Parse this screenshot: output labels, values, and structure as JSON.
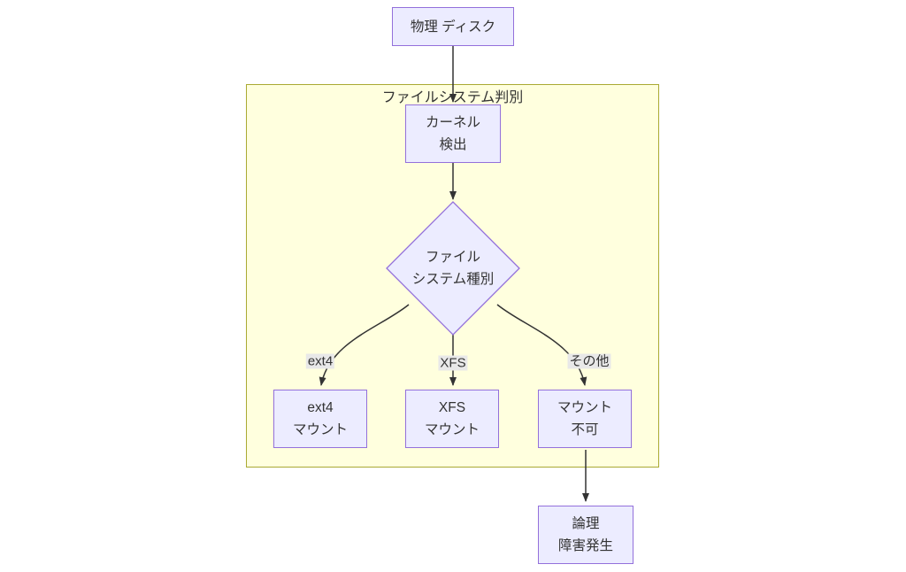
{
  "diagram": {
    "cluster_label": "ファイルシステム判別",
    "nodes": {
      "physical_disk": {
        "lines": [
          "物理 ディスク"
        ]
      },
      "kernel_detect": {
        "lines": [
          "カーネル",
          "検出"
        ]
      },
      "fs_type": {
        "lines": [
          "ファイル",
          "システム種別"
        ]
      },
      "ext4_mount": {
        "lines": [
          "ext4",
          "マウント"
        ]
      },
      "xfs_mount": {
        "lines": [
          "XFS",
          "マウント"
        ]
      },
      "mount_fail": {
        "lines": [
          "マウント",
          "不可"
        ]
      },
      "logical_failure": {
        "lines": [
          "論理",
          "障害発生"
        ]
      }
    },
    "edge_labels": {
      "ext4": "ext4",
      "xfs": "XFS",
      "other": "その他"
    }
  },
  "colors": {
    "canvas_bg": "#FFFFFF",
    "node_fill": "#ECECFF",
    "node_border": "#9370DB",
    "cluster_fill": "#FFFFDE",
    "cluster_border": "#AAAA33",
    "edge_color": "#333333",
    "text_color": "#333333",
    "edge_label_bg": "#E8E8E8"
  }
}
